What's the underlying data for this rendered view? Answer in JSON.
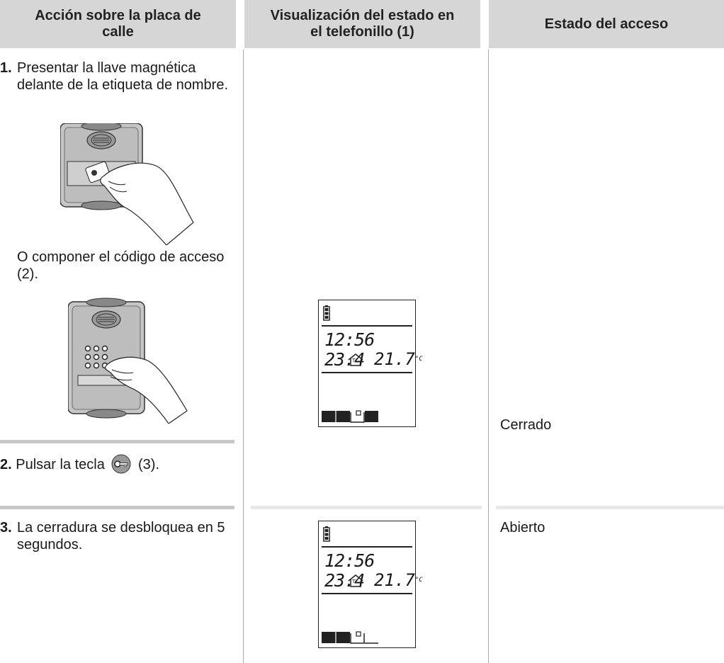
{
  "headers": {
    "col1": "Acción sobre la placa de calle",
    "col2": "Visualización del estado en el telefonillo (1)",
    "col3": "Estado del acceso"
  },
  "rows": [
    {
      "number": "1.",
      "text": "Presentar la llave magnética delante de la etiqueta de nombre.",
      "alt_text": "O componer el código de acceso (2).",
      "status": ""
    },
    {
      "number": "2.",
      "text_before": "Pulsar la tecla",
      "text_after": "(3).",
      "status": "Cerrado"
    },
    {
      "number": "3.",
      "text": "La cerradura se desbloquea en 5 segundos.",
      "status": "Abierto"
    }
  ],
  "display": {
    "time": "12:56",
    "date": "23.4",
    "temp_label": "T°",
    "temperature": "21.7",
    "temp_unit": "°C"
  },
  "icons": {
    "key_button": "key-icon",
    "battery": "battery-icon",
    "house": "house-icon"
  }
}
